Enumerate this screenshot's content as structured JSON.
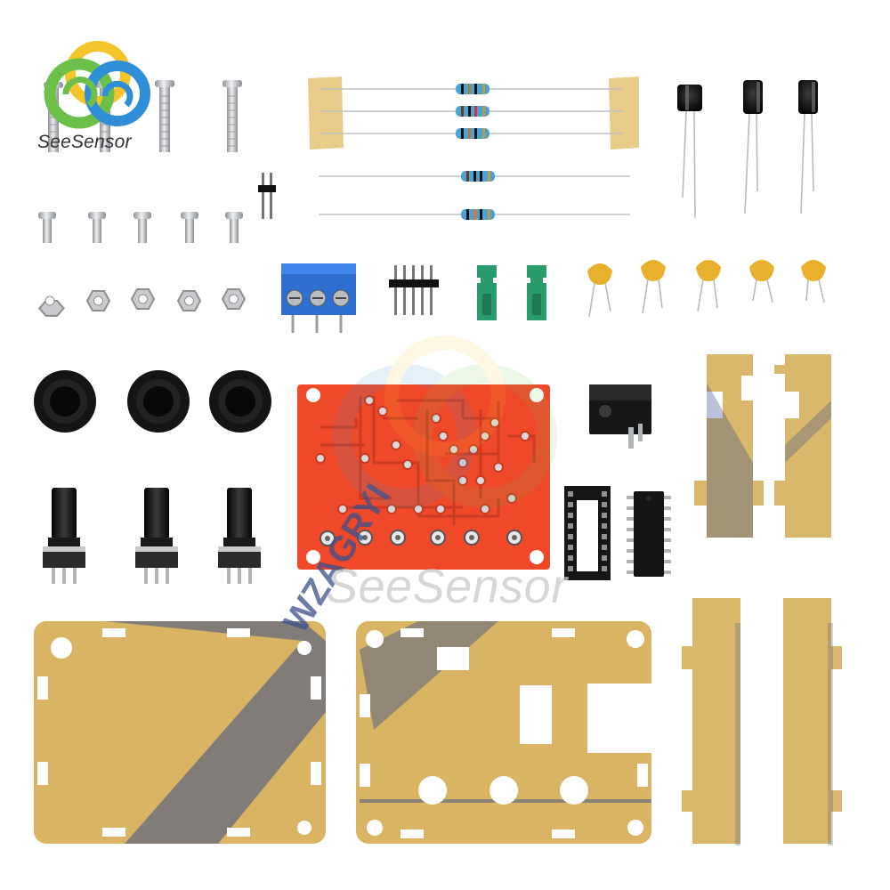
{
  "brand": {
    "logo_text": "SeeSensor",
    "watermark_text": "SeeSensor",
    "colors": {
      "blue": "#2f8fd6",
      "green": "#6cc04a",
      "yellow": "#f4c52a"
    }
  },
  "panels": {
    "film_lettering": "WZAGRYI"
  },
  "colors": {
    "pcb": "#f0492a",
    "acrylic": "#d8b463",
    "acrylic_dark": "#c9a152",
    "film_blue": "#3d4f8c",
    "terminal_blue": "#2f6fd0",
    "jumper_green": "#2a9b6a",
    "ceramic_cap": "#e8b02c",
    "black_part": "#141414",
    "metal": "#c7c9cc"
  }
}
